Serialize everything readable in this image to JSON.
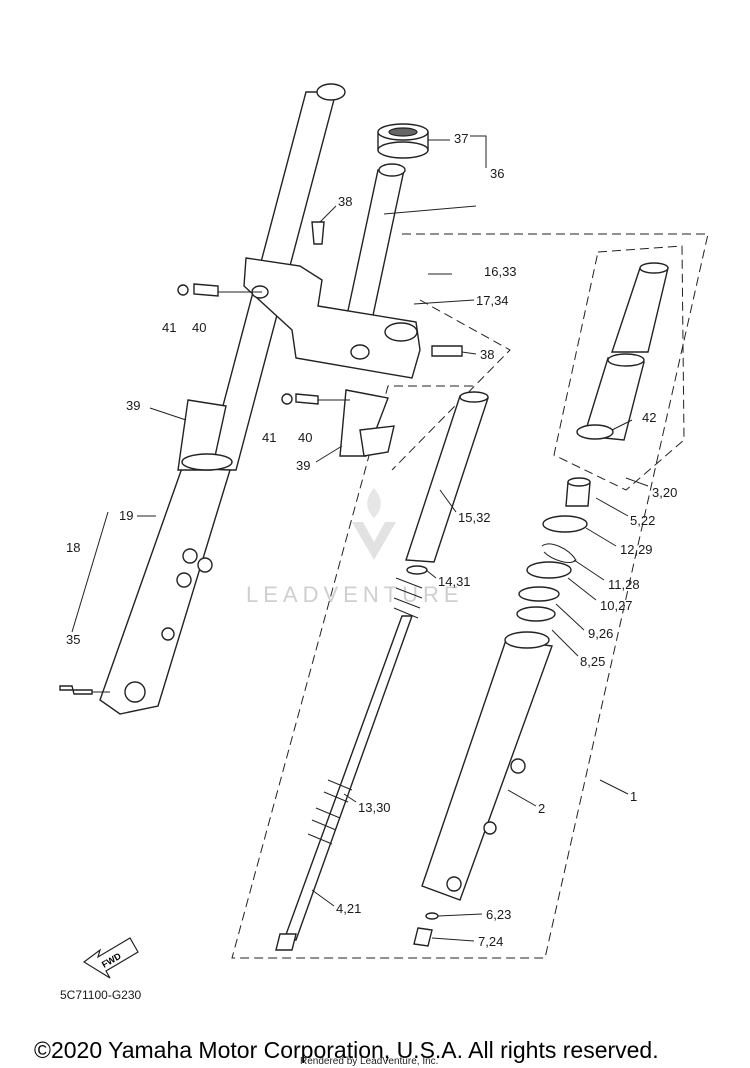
{
  "diagram": {
    "callouts": {
      "c37": "37",
      "c36": "36",
      "c38a": "38",
      "c38b": "38",
      "c16": "16,33",
      "c17": "17,34",
      "c41a": "41",
      "c40a": "40",
      "c41b": "41",
      "c40b": "40",
      "c39a": "39",
      "c39b": "39",
      "c19": "19",
      "c18": "18",
      "c35": "35",
      "c15": "15,32",
      "c14": "14,31",
      "c13": "13,30",
      "c4": "4,21",
      "c42": "42",
      "c3": "3,20",
      "c5": "5,22",
      "c12": "12,29",
      "c11": "11,28",
      "c10": "10,27",
      "c9": "9,26",
      "c8": "8,25",
      "c2": "2",
      "c1": "1",
      "c6": "6,23",
      "c7": "7,24"
    },
    "fwd_label": "FWD",
    "diagram_code": "5C71100-G230",
    "watermark": "LEADVENTURE",
    "copyright": "©2020 Yamaha Motor Corporation, U.S.A. All rights reserved.",
    "rendered_by": "Rendered by LeadVenture, Inc."
  }
}
